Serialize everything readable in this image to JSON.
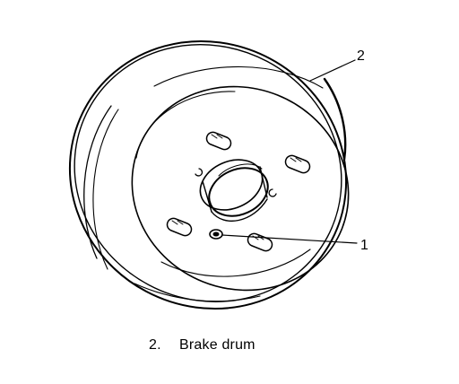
{
  "callouts": {
    "one": "1",
    "two": "2"
  },
  "caption": {
    "number": "2.",
    "text": "Brake drum"
  }
}
